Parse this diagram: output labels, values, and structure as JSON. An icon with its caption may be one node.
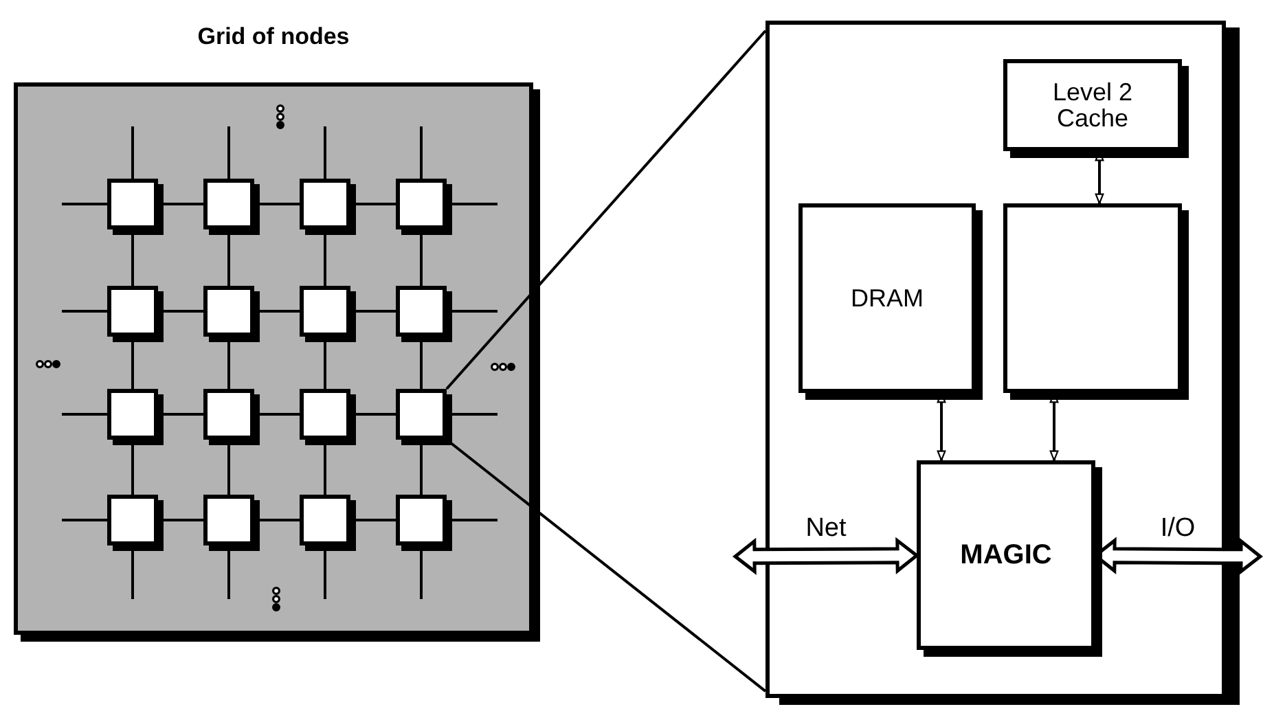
{
  "diagram": {
    "nodes": [
      {
        "text": [
          "Grid of nodes"
        ]
      },
      {
        "text": [],
        "shape": "box",
        "in": 0
      },
      {
        "text": [],
        "shape": "box",
        "in": 0
      },
      {
        "text": [],
        "shape": "box",
        "in": 0
      },
      {
        "text": [],
        "shape": "box",
        "in": 0
      },
      {
        "text": [],
        "shape": "box",
        "in": 0
      },
      {
        "text": [],
        "shape": "box",
        "in": 0
      },
      {
        "text": [],
        "shape": "box",
        "in": 0
      },
      {
        "text": [],
        "shape": "box",
        "in": 0
      },
      {
        "text": [],
        "shape": "box",
        "in": 0
      },
      {
        "text": [],
        "shape": "box",
        "in": 0
      },
      {
        "text": [],
        "shape": "box",
        "in": 0
      },
      {
        "text": [],
        "shape": "box",
        "in": 0
      },
      {
        "text": [],
        "shape": "box",
        "in": 0
      },
      {
        "text": [],
        "shape": "box",
        "in": 0
      },
      {
        "text": [],
        "shape": "box",
        "in": 0
      },
      {
        "text": [],
        "shape": "box",
        "in": 0
      },
      {
        "text": [],
        "shape": "box"
      },
      {
        "text": [
          "Level 2 Cache"
        ],
        "in": 17
      },
      {
        "text": [
          "DRAM"
        ],
        "in": 17
      },
      {
        "text": [],
        "shape": "box",
        "in": 17
      },
      {
        "text": [
          "MAGIC"
        ],
        "in": 17
      }
    ],
    "edges": [
      {
        "from": 1,
        "to": 2,
        "arrow": "none"
      },
      {
        "from": 2,
        "to": 3,
        "arrow": "none"
      },
      {
        "from": 3,
        "to": 4,
        "arrow": "none"
      },
      {
        "from": 5,
        "to": 6,
        "arrow": "none"
      },
      {
        "from": 6,
        "to": 7,
        "arrow": "none"
      },
      {
        "from": 7,
        "to": 8,
        "arrow": "none"
      },
      {
        "from": 9,
        "to": 10,
        "arrow": "none"
      },
      {
        "from": 10,
        "to": 11,
        "arrow": "none"
      },
      {
        "from": 11,
        "to": 12,
        "arrow": "none"
      },
      {
        "from": 13,
        "to": 14,
        "arrow": "none"
      },
      {
        "from": 14,
        "to": 15,
        "arrow": "none"
      },
      {
        "from": 15,
        "to": 16,
        "arrow": "none"
      },
      {
        "from": 1,
        "to": 5,
        "arrow": "none"
      },
      {
        "from": 2,
        "to": 6,
        "arrow": "none"
      },
      {
        "from": 3,
        "to": 7,
        "arrow": "none"
      },
      {
        "from": 4,
        "to": 8,
        "arrow": "none"
      },
      {
        "from": 5,
        "to": 9,
        "arrow": "none"
      },
      {
        "from": 6,
        "to": 10,
        "arrow": "none"
      },
      {
        "from": 7,
        "to": 11,
        "arrow": "none"
      },
      {
        "from": 8,
        "to": 12,
        "arrow": "none"
      },
      {
        "from": 9,
        "to": 13,
        "arrow": "none"
      },
      {
        "from": 10,
        "to": 14,
        "arrow": "none"
      },
      {
        "from": 11,
        "to": 15,
        "arrow": "none"
      },
      {
        "from": 12,
        "to": 16,
        "arrow": "none"
      },
      {
        "from": 1,
        "to": null,
        "arrow": "none"
      },
      {
        "from": 2,
        "to": null,
        "arrow": "none"
      },
      {
        "from": 3,
        "to": null,
        "arrow": "none"
      },
      {
        "from": 4,
        "to": null,
        "arrow": "none"
      },
      {
        "from": 13,
        "to": null,
        "arrow": "none"
      },
      {
        "from": 14,
        "to": null,
        "arrow": "none"
      },
      {
        "from": 15,
        "to": null,
        "arrow": "none"
      },
      {
        "from": 16,
        "to": null,
        "arrow": "none"
      },
      {
        "from": 1,
        "to": null,
        "arrow": "none"
      },
      {
        "from": 5,
        "to": null,
        "arrow": "none"
      },
      {
        "from": 9,
        "to": null,
        "arrow": "none"
      },
      {
        "from": 13,
        "to": null,
        "arrow": "none"
      },
      {
        "from": 4,
        "to": null,
        "arrow": "none"
      },
      {
        "from": 8,
        "to": null,
        "arrow": "none"
      },
      {
        "from": 12,
        "to": null,
        "arrow": "none"
      },
      {
        "from": 16,
        "to": null,
        "arrow": "none"
      },
      {
        "from": 12,
        "to": 17,
        "arrow": "none"
      },
      {
        "from": 12,
        "to": 17,
        "arrow": "none"
      },
      {
        "from": 18,
        "to": 20,
        "arrow": "both"
      },
      {
        "from": 19,
        "to": 21,
        "arrow": "both"
      },
      {
        "from": 20,
        "to": 21,
        "arrow": "both"
      },
      {
        "from": null,
        "to": 21,
        "arrow": "both",
        "label": "Net",
        "style": "thick"
      },
      {
        "from": 21,
        "to": null,
        "arrow": "both",
        "label": "I/O",
        "style": "thick"
      }
    ]
  }
}
